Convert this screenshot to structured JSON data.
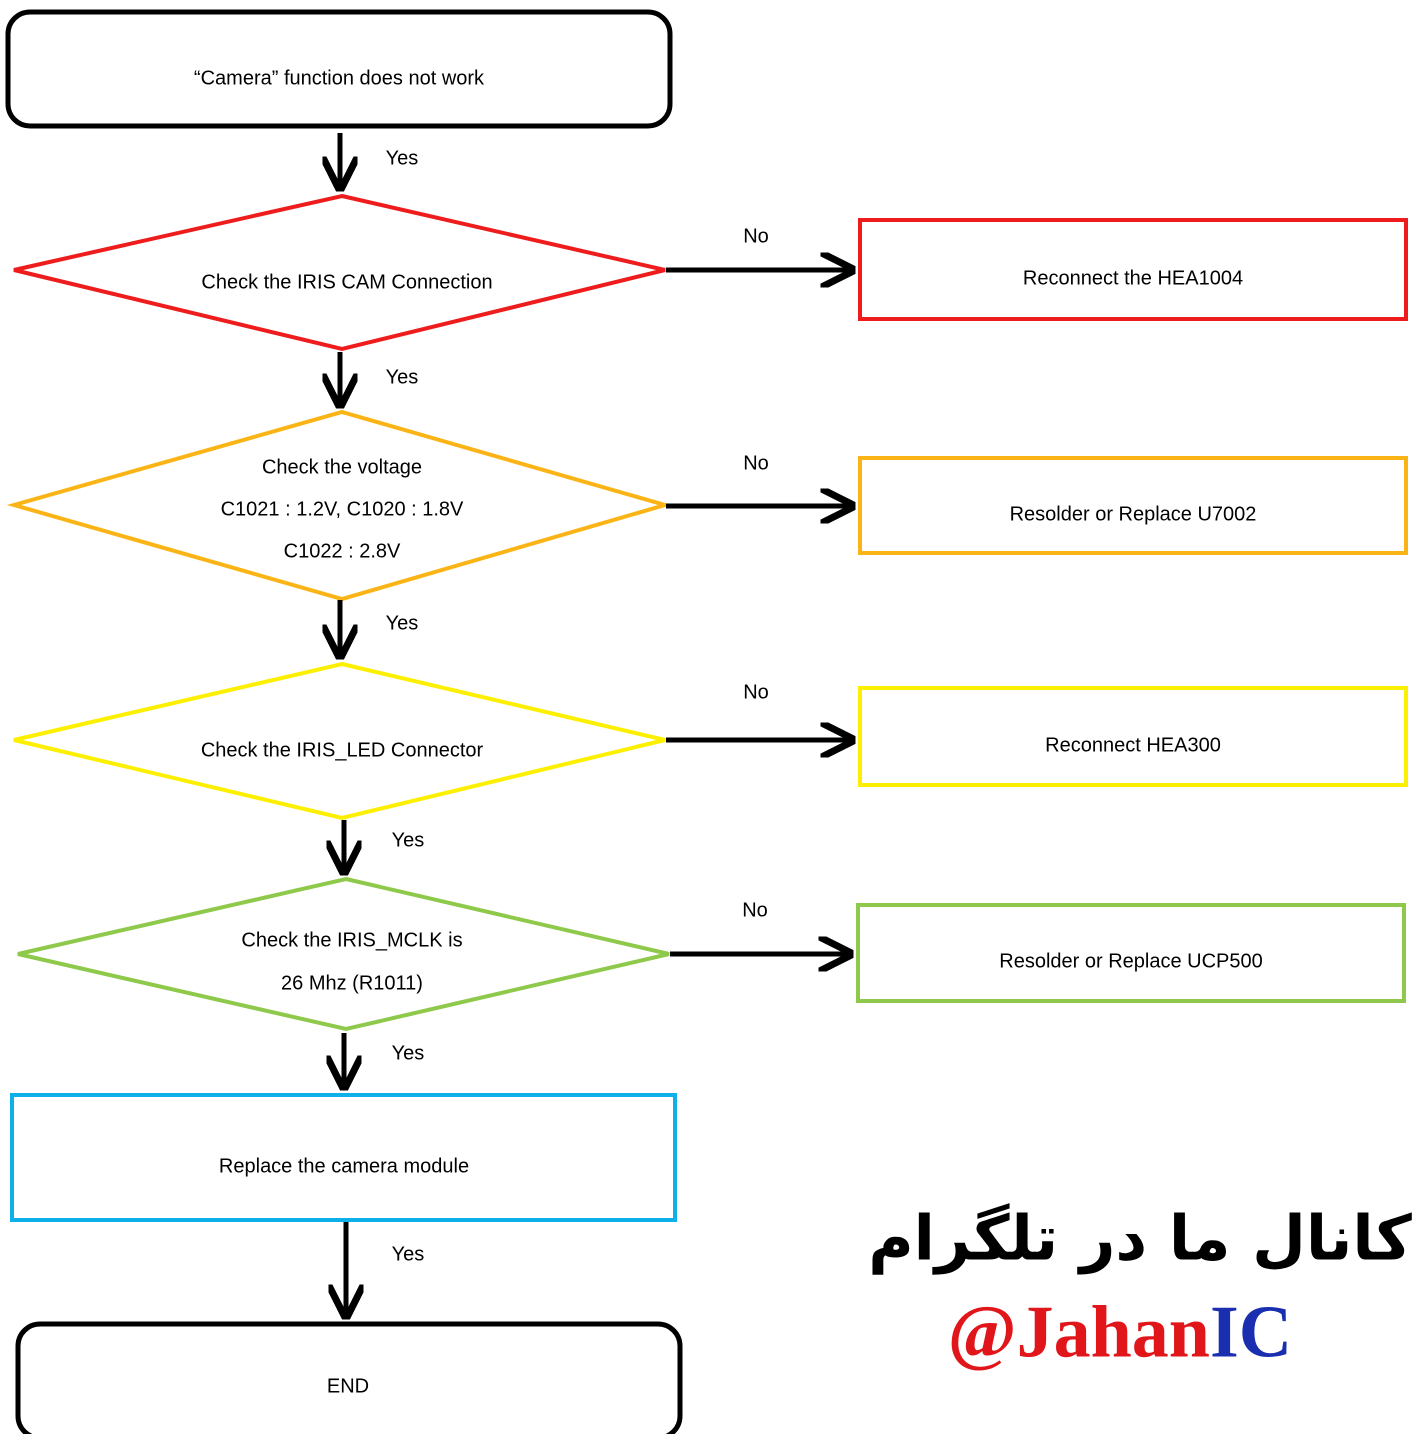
{
  "colors": {
    "red": "#ee1c1c",
    "orange": "#fbb416",
    "yellow": "#fcf000",
    "green": "#8fc94b",
    "blue": "#0fb0ea",
    "black": "#000000",
    "watermark_red": "#e0161b",
    "watermark_blue": "#1a2fb0"
  },
  "nodes": {
    "start": {
      "lines": [
        "“Camera” function does not work"
      ]
    },
    "check_cam": {
      "lines": [
        "Check the IRIS CAM Connection"
      ]
    },
    "check_voltage": {
      "lines": [
        "Check the voltage",
        "C1021 : 1.2V, C1020 : 1.8V",
        "C1022 : 2.8V"
      ]
    },
    "check_led": {
      "lines": [
        "Check the IRIS_LED Connector"
      ]
    },
    "check_mclk": {
      "lines": [
        "Check the IRIS_MCLK is",
        "26 Mhz (R1011)"
      ]
    },
    "replace_module": {
      "lines": [
        "Replace the camera module"
      ]
    },
    "end": {
      "lines": [
        "END"
      ]
    },
    "fix_cam": {
      "lines": [
        "Reconnect the HEA1004"
      ]
    },
    "fix_voltage": {
      "lines": [
        "Resolder or Replace U7002"
      ]
    },
    "fix_led": {
      "lines": [
        "Reconnect HEA300"
      ]
    },
    "fix_mclk": {
      "lines": [
        "Resolder or Replace UCP500"
      ]
    }
  },
  "edge_labels": {
    "yes": "Yes",
    "no": "No"
  },
  "watermark": {
    "persian": "کانال ما در تلگرام",
    "handle_prefix": "@Jahan",
    "handle_suffix": "IC"
  }
}
